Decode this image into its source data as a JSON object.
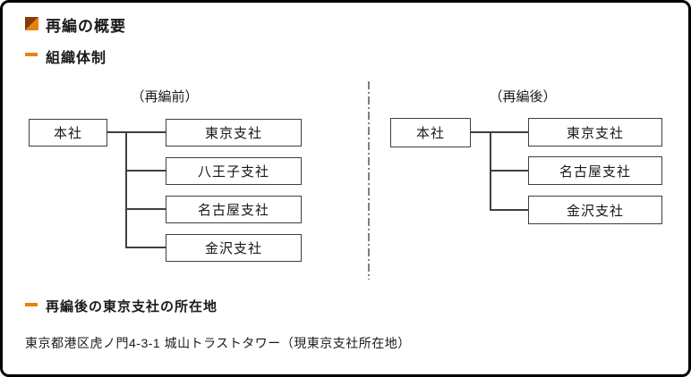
{
  "page": {
    "title": "再編の概要",
    "section_org": "組織体制",
    "section_location": "再編後の東京支社の所在地",
    "address": "東京都港区虎ノ門4-3-1 城山トラストタワー（現東京支社所在地）"
  },
  "icons": {
    "title_bullet": "two-tone-square-bullet",
    "section_bullet": "orange-dash-bullet"
  },
  "colors": {
    "accent_orange": "#e8820c",
    "accent_dark_brown": "#843c0c",
    "text": "#1a1a1a",
    "box_border": "#3f3f3f",
    "divider_gray": "#7f7f7f",
    "frame_border": "#000000"
  },
  "org_charts": [
    {
      "label": "（再編前）",
      "root": "本社",
      "children": [
        "東京支社",
        "八王子支社",
        "名古屋支社",
        "金沢支社"
      ]
    },
    {
      "label": "（再編後）",
      "root": "本社",
      "children": [
        "東京支社",
        "名古屋支社",
        "金沢支社"
      ]
    }
  ]
}
